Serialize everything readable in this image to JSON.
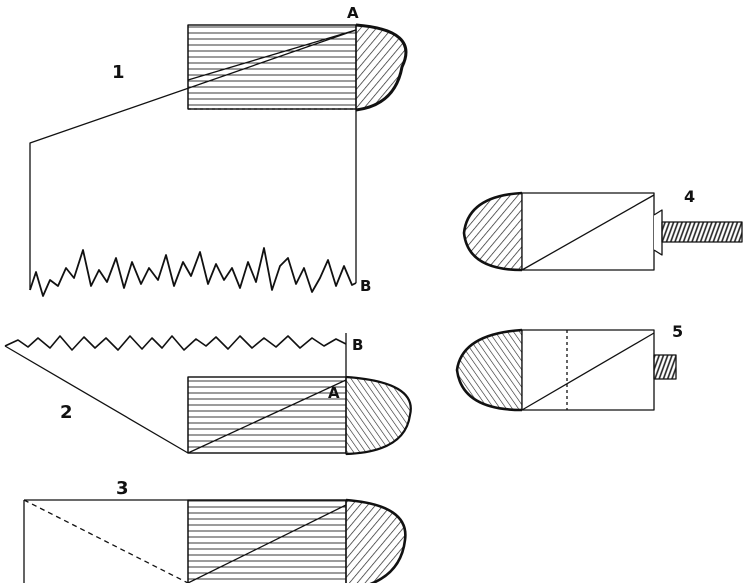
{
  "figures": [
    {
      "id": "1",
      "label": "1",
      "points": [
        "A",
        "B"
      ]
    },
    {
      "id": "2",
      "label": "2",
      "points": [
        "A",
        "B"
      ]
    },
    {
      "id": "3",
      "label": "3",
      "points": []
    },
    {
      "id": "4",
      "label": "4",
      "points": []
    },
    {
      "id": "5",
      "label": "5",
      "points": []
    }
  ],
  "colors": {
    "ink": "#111111",
    "paper": "#ffffff"
  }
}
